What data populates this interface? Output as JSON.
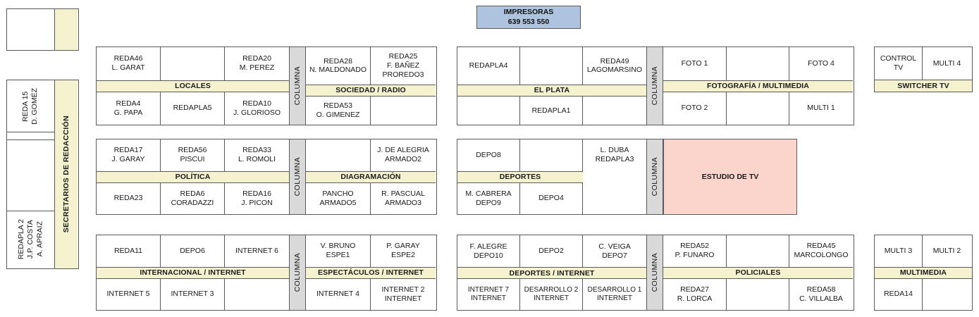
{
  "printers": {
    "title": "IMPRESORAS",
    "codes": "639  553  550",
    "color": "#aec3dd"
  },
  "colors": {
    "label_bar": "#f4f2cf",
    "columna": "#d9d9d9",
    "studio": "#fbd5cc",
    "border": "#595959"
  },
  "columna_label": "COLUMNA",
  "sidebar": {
    "top_box": {
      "cell": "",
      "label": ""
    },
    "label": "SECRETARIOS DE REDACCIÓN",
    "cells": [
      "REDA 15\nD. GOMÉZ",
      "",
      "",
      "REDAPLA 2\nJ.P. COSTA\nA. APRAIZ"
    ]
  },
  "blocks": [
    {
      "name": "locales",
      "label": "LOCALES",
      "top": [
        "REDA46\nL. GARAT",
        "",
        "REDA20\nM. PEREZ"
      ],
      "bottom": [
        "REDA4\nG. PAPA",
        "REDAPLA5",
        "REDA10\nJ. GLORIOSO"
      ]
    },
    {
      "name": "sociedad-radio",
      "label": "SOCIEDAD / RADIO",
      "top": [
        "REDA28\nN. MALDONADO",
        "REDA25\nF. BAÑEZ\nPROREDO3"
      ],
      "bottom": [
        "REDA53\nO. GIMENEZ",
        ""
      ]
    },
    {
      "name": "el-plata",
      "label": "EL PLATA",
      "top": [
        "REDAPLA4",
        "",
        "REDA49\nLAGOMARSINO"
      ],
      "bottom": [
        "",
        "REDAPLA1",
        ""
      ]
    },
    {
      "name": "fotografia-multimedia",
      "label": "FOTOGRAFÍA / MULTIMEDIA",
      "top": [
        "FOTO 1",
        "",
        "FOTO 4"
      ],
      "bottom": [
        "FOTO 2",
        "",
        "MULTI 1"
      ]
    },
    {
      "name": "switcher-tv",
      "label": "SWITCHER TV",
      "top": [
        "CONTROL TV",
        "MULTI 4"
      ],
      "bottom": []
    },
    {
      "name": "politica",
      "label": "POLÍTICA",
      "top": [
        "REDA17\nJ. GARAY",
        "REDA56\nPISCUI",
        "REDA33\nL. ROMOLI"
      ],
      "bottom": [
        "REDA23",
        "REDA6\nCORADAZZI",
        "REDA16\nJ. PICON"
      ]
    },
    {
      "name": "diagramacion",
      "label": "DIAGRAMACIÓN",
      "top": [
        "",
        "J. DE ALEGRIA\nARMADO2"
      ],
      "bottom": [
        "PANCHO\nARMADO5",
        "R. PASCUAL\nARMADO3"
      ]
    },
    {
      "name": "deportes",
      "label": "DEPORTES",
      "label_span": 2,
      "top": [
        "DEPO8",
        "",
        "L. DUBA\nREDAPLA3"
      ],
      "bottom": [
        "M. CABRERA\nDEPO9",
        "DEPO4",
        ""
      ]
    },
    {
      "name": "estudio-de-tv",
      "label": "ESTUDIO DE TV",
      "top": [],
      "bottom": []
    },
    {
      "name": "internacional-internet",
      "label": "INTERNACIONAL / INTERNET",
      "top": [
        "REDA11",
        "DEPO6",
        "INTERNET 6"
      ],
      "bottom": [
        "INTERNET 5",
        "INTERNET 3",
        ""
      ]
    },
    {
      "name": "espectaculos-internet",
      "label": "ESPECTÁCULOS / INTERNET",
      "top": [
        "V. BRUNO\nESPE1",
        "P. GARAY\nESPE2"
      ],
      "bottom": [
        "INTERNET 4",
        "INTERNET 2\nINTERNET"
      ]
    },
    {
      "name": "deportes-internet",
      "label": "DEPORTES / INTERNET",
      "top": [
        "F. ALEGRE\nDEPO10",
        "DEPO2",
        "C. VEIGA\nDEPO7"
      ],
      "bottom": [
        "INTERNET 7\nINTERNET",
        "DESARROLLO 2\nINTERNET",
        "DESARROLLO 1\nINTERNET"
      ]
    },
    {
      "name": "policiales",
      "label": "POLICIALES",
      "top": [
        "REDA52\nP. FUNARO",
        "",
        "REDA45\nMARCOLONGO"
      ],
      "bottom": [
        "REDA27\nR. LORCA",
        "",
        "REDA58\nC. VILLALBA"
      ]
    },
    {
      "name": "multimedia",
      "label": "MULTIMEDIA",
      "top": [
        "MULTI 3",
        "MULTI 2"
      ],
      "bottom": [
        "REDA14",
        ""
      ]
    }
  ]
}
